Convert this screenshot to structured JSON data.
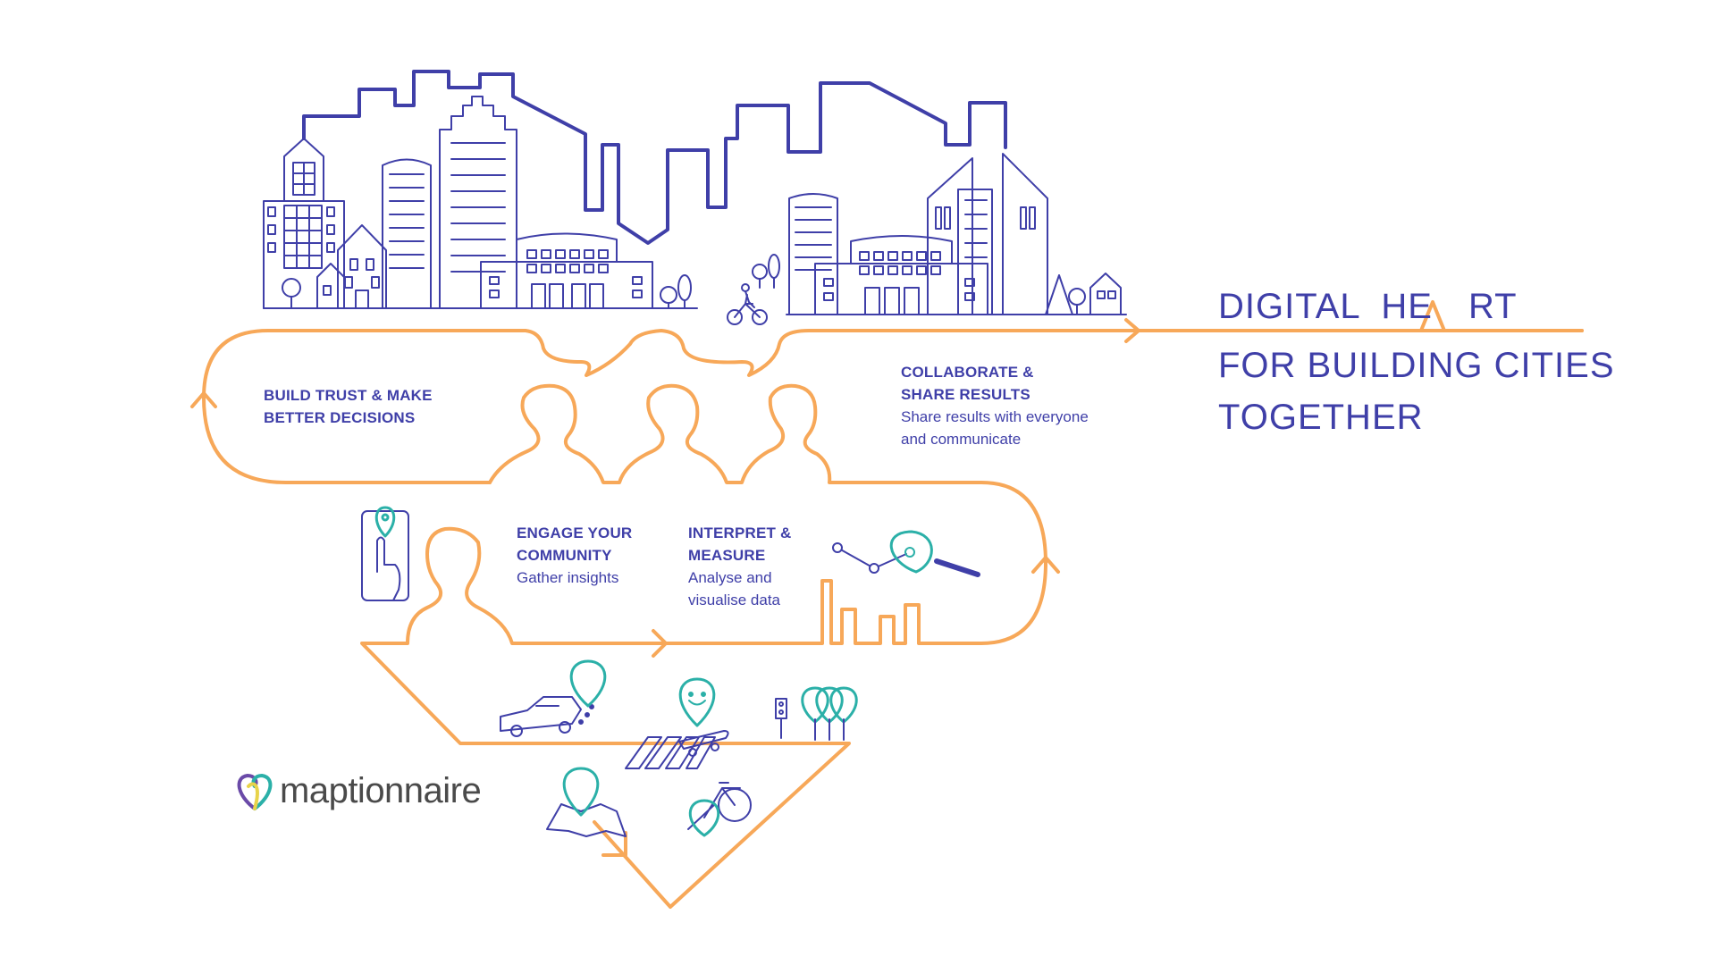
{
  "title": {
    "line1_part1": "DIGITAL  HE",
    "line1_part2": "RT",
    "line2": "FOR BUILDING CITIES",
    "line3": "TOGETHER"
  },
  "steps": {
    "build_trust": {
      "heading_line1": "BUILD TRUST & MAKE",
      "heading_line2": "BETTER DECISIONS"
    },
    "collaborate": {
      "heading_line1": "COLLABORATE &",
      "heading_line2": "SHARE RESULTS",
      "desc_line1": "Share results with everyone",
      "desc_line2": "and communicate"
    },
    "engage": {
      "heading_line1": "ENGAGE YOUR",
      "heading_line2": "COMMUNITY",
      "desc_line1": "Gather insights"
    },
    "interpret": {
      "heading_line1": "INTERPRET &",
      "heading_line2": "MEASURE",
      "desc_line1": "Analyse and",
      "desc_line2": "visualise data"
    }
  },
  "logo": {
    "text": "maptionnaire"
  },
  "colors": {
    "orange": "#f7a859",
    "navy": "#3f3fa8",
    "teal": "#2bb0a8",
    "logo_gray": "#4a4a4a"
  }
}
